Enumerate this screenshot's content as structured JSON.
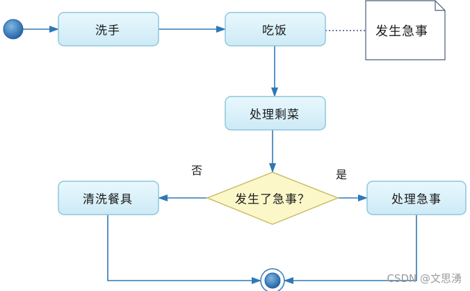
{
  "diagram": {
    "nodes": {
      "wash_hands": "洗手",
      "eat": "吃饭",
      "leftovers": "处理剩菜",
      "decision": "发生了急事？",
      "clean_dishes": "清洗餐具",
      "handle_urgent": "处理急事"
    },
    "note": "发生急事",
    "branches": {
      "no": "否",
      "yes": "是"
    }
  },
  "watermark": "CSDN @文思湧",
  "colors": {
    "node_fill": "#d9f1fa",
    "node_stroke": "#8ec6dc",
    "edge": "#2f78b5",
    "decision_fill": "#fbf7c9",
    "decision_stroke": "#cbbf68",
    "note_stroke": "#4a5a7a",
    "note_link": "#3a4a8a",
    "terminal": "#2f78b5"
  }
}
